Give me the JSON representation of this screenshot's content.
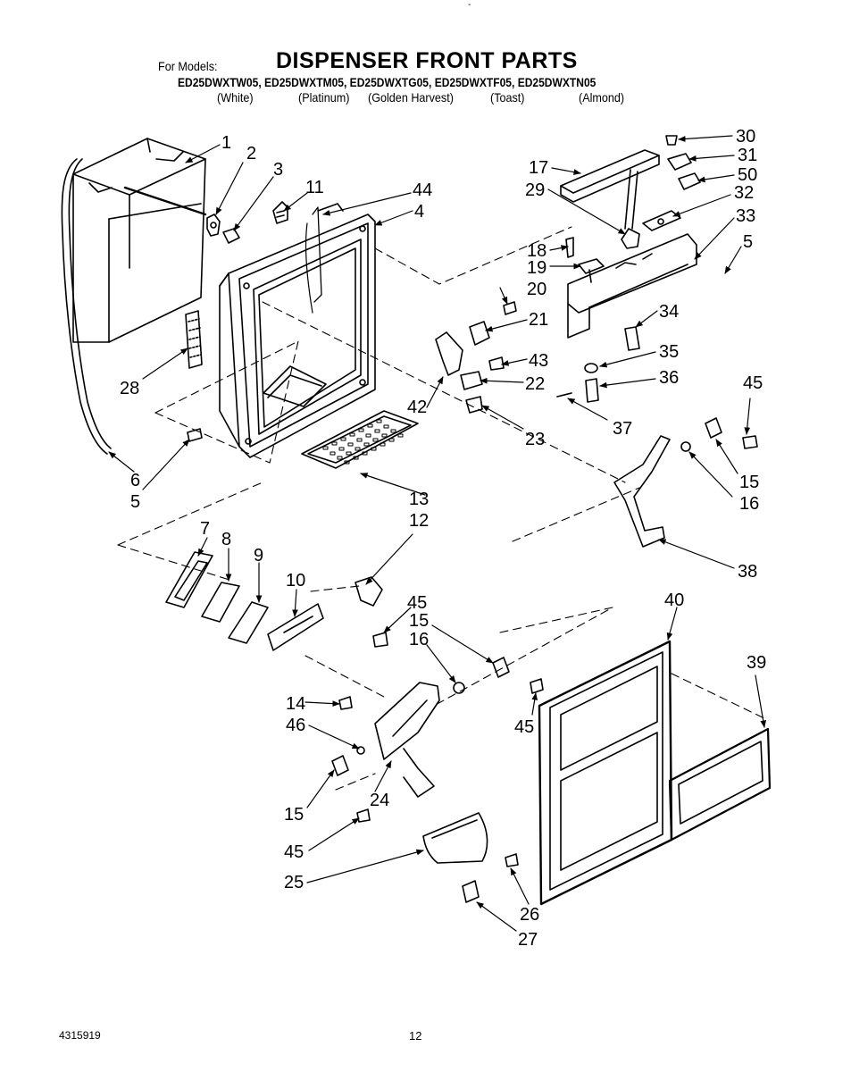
{
  "header": {
    "for_models_label": "For Models:",
    "title": "DISPENSER FRONT PARTS",
    "models_line": "ED25DWXTW05, ED25DWXTM05, ED25DWXTG05, ED25DWXTF05, ED25DWXTN05",
    "colors": [
      "(White)",
      "(Platinum)",
      "(Golden Harvest)",
      "(Toast)",
      "(Almond)"
    ]
  },
  "callouts": {
    "c1": "1",
    "c2": "2",
    "c3": "3",
    "c4": "4",
    "c5a": "5",
    "c5b": "5",
    "c5c": "5",
    "c6": "6",
    "c7": "7",
    "c8": "8",
    "c9": "9",
    "c10": "10",
    "c11": "11",
    "c12": "12",
    "c13": "13",
    "c14": "14",
    "c15a": "15",
    "c15b": "15",
    "c15c": "15",
    "c16a": "16",
    "c16b": "16",
    "c17": "17",
    "c18": "18",
    "c19": "19",
    "c20": "20",
    "c21": "21",
    "c22": "22",
    "c23": "23",
    "c24": "24",
    "c25": "25",
    "c26": "26",
    "c27": "27",
    "c28": "28",
    "c29": "29",
    "c30": "30",
    "c31": "31",
    "c32": "32",
    "c33": "33",
    "c34": "34",
    "c35": "35",
    "c36": "36",
    "c37": "37",
    "c38": "38",
    "c39": "39",
    "c40": "40",
    "c42": "42",
    "c43": "43",
    "c44": "44",
    "c45a": "45",
    "c45b": "45",
    "c45c": "45",
    "c45d": "45",
    "c46": "46",
    "c50": "50"
  },
  "footer": {
    "doc_code": "4315919",
    "page_number": "12"
  }
}
